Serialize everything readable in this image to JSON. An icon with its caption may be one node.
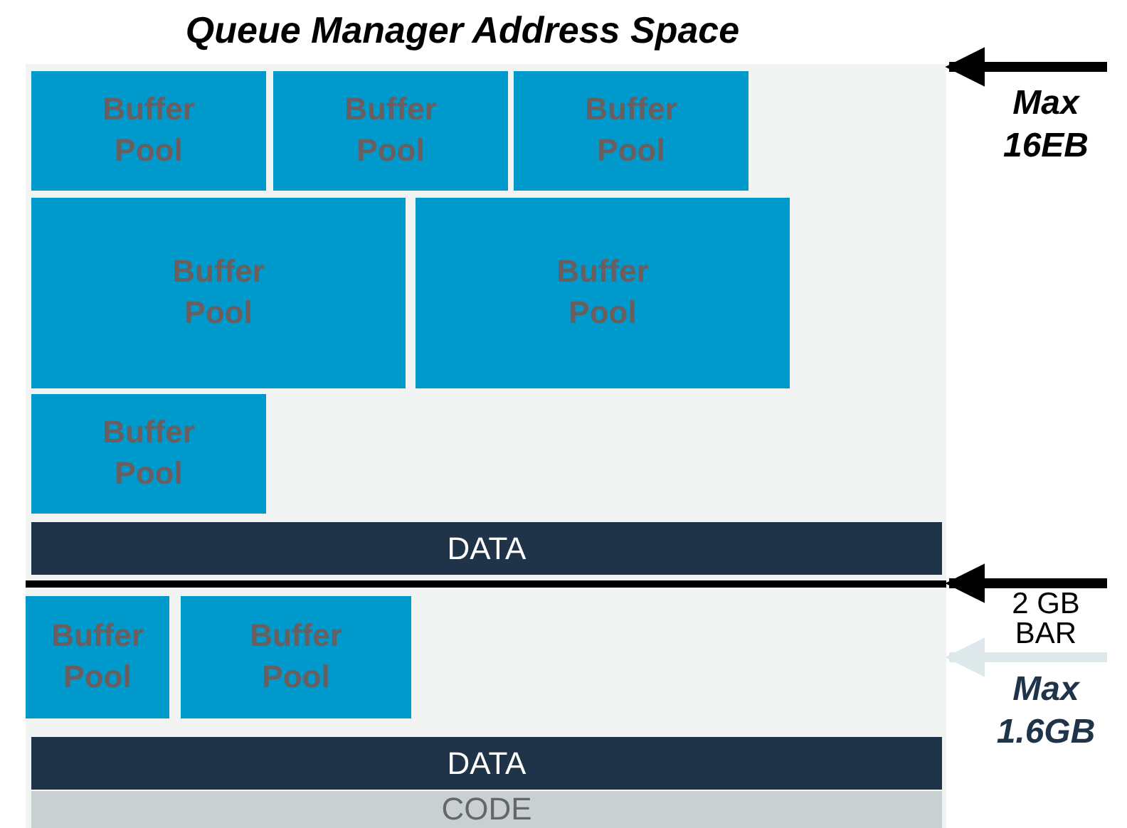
{
  "diagram": {
    "title": "Queue Manager Address Space",
    "nodes": [
      {
        "text": [],
        "shape": "box"
      },
      {
        "text": [
          "Buffer Pool"
        ],
        "in": 0
      },
      {
        "text": [
          "Buffer Pool"
        ],
        "in": 0
      },
      {
        "text": [
          "Buffer Pool"
        ],
        "in": 0
      },
      {
        "text": [
          "Buffer Pool"
        ],
        "in": 0
      },
      {
        "text": [
          "Buffer Pool"
        ],
        "in": 0
      },
      {
        "text": [
          "Buffer Pool"
        ],
        "in": 0
      },
      {
        "text": [
          "DATA"
        ],
        "in": 0
      },
      {
        "text": [],
        "shape": "bar",
        "in": 0
      },
      {
        "text": [
          "Buffer Pool"
        ],
        "in": 0
      },
      {
        "text": [
          "Buffer Pool"
        ],
        "in": 0
      },
      {
        "text": [
          "DATA"
        ],
        "in": 0
      },
      {
        "text": [
          "CODE"
        ],
        "in": 0
      }
    ],
    "edges": [
      {
        "from": null,
        "to": 0,
        "arrow": "to"
      },
      {
        "from": null,
        "to": 8,
        "arrow": "to"
      },
      {
        "from": null,
        "to": 0,
        "arrow": "to",
        "color": "#dde8ea"
      }
    ],
    "labels": [
      "Max 16EB",
      "2 GB BAR",
      "Max 1.6GB"
    ]
  }
}
